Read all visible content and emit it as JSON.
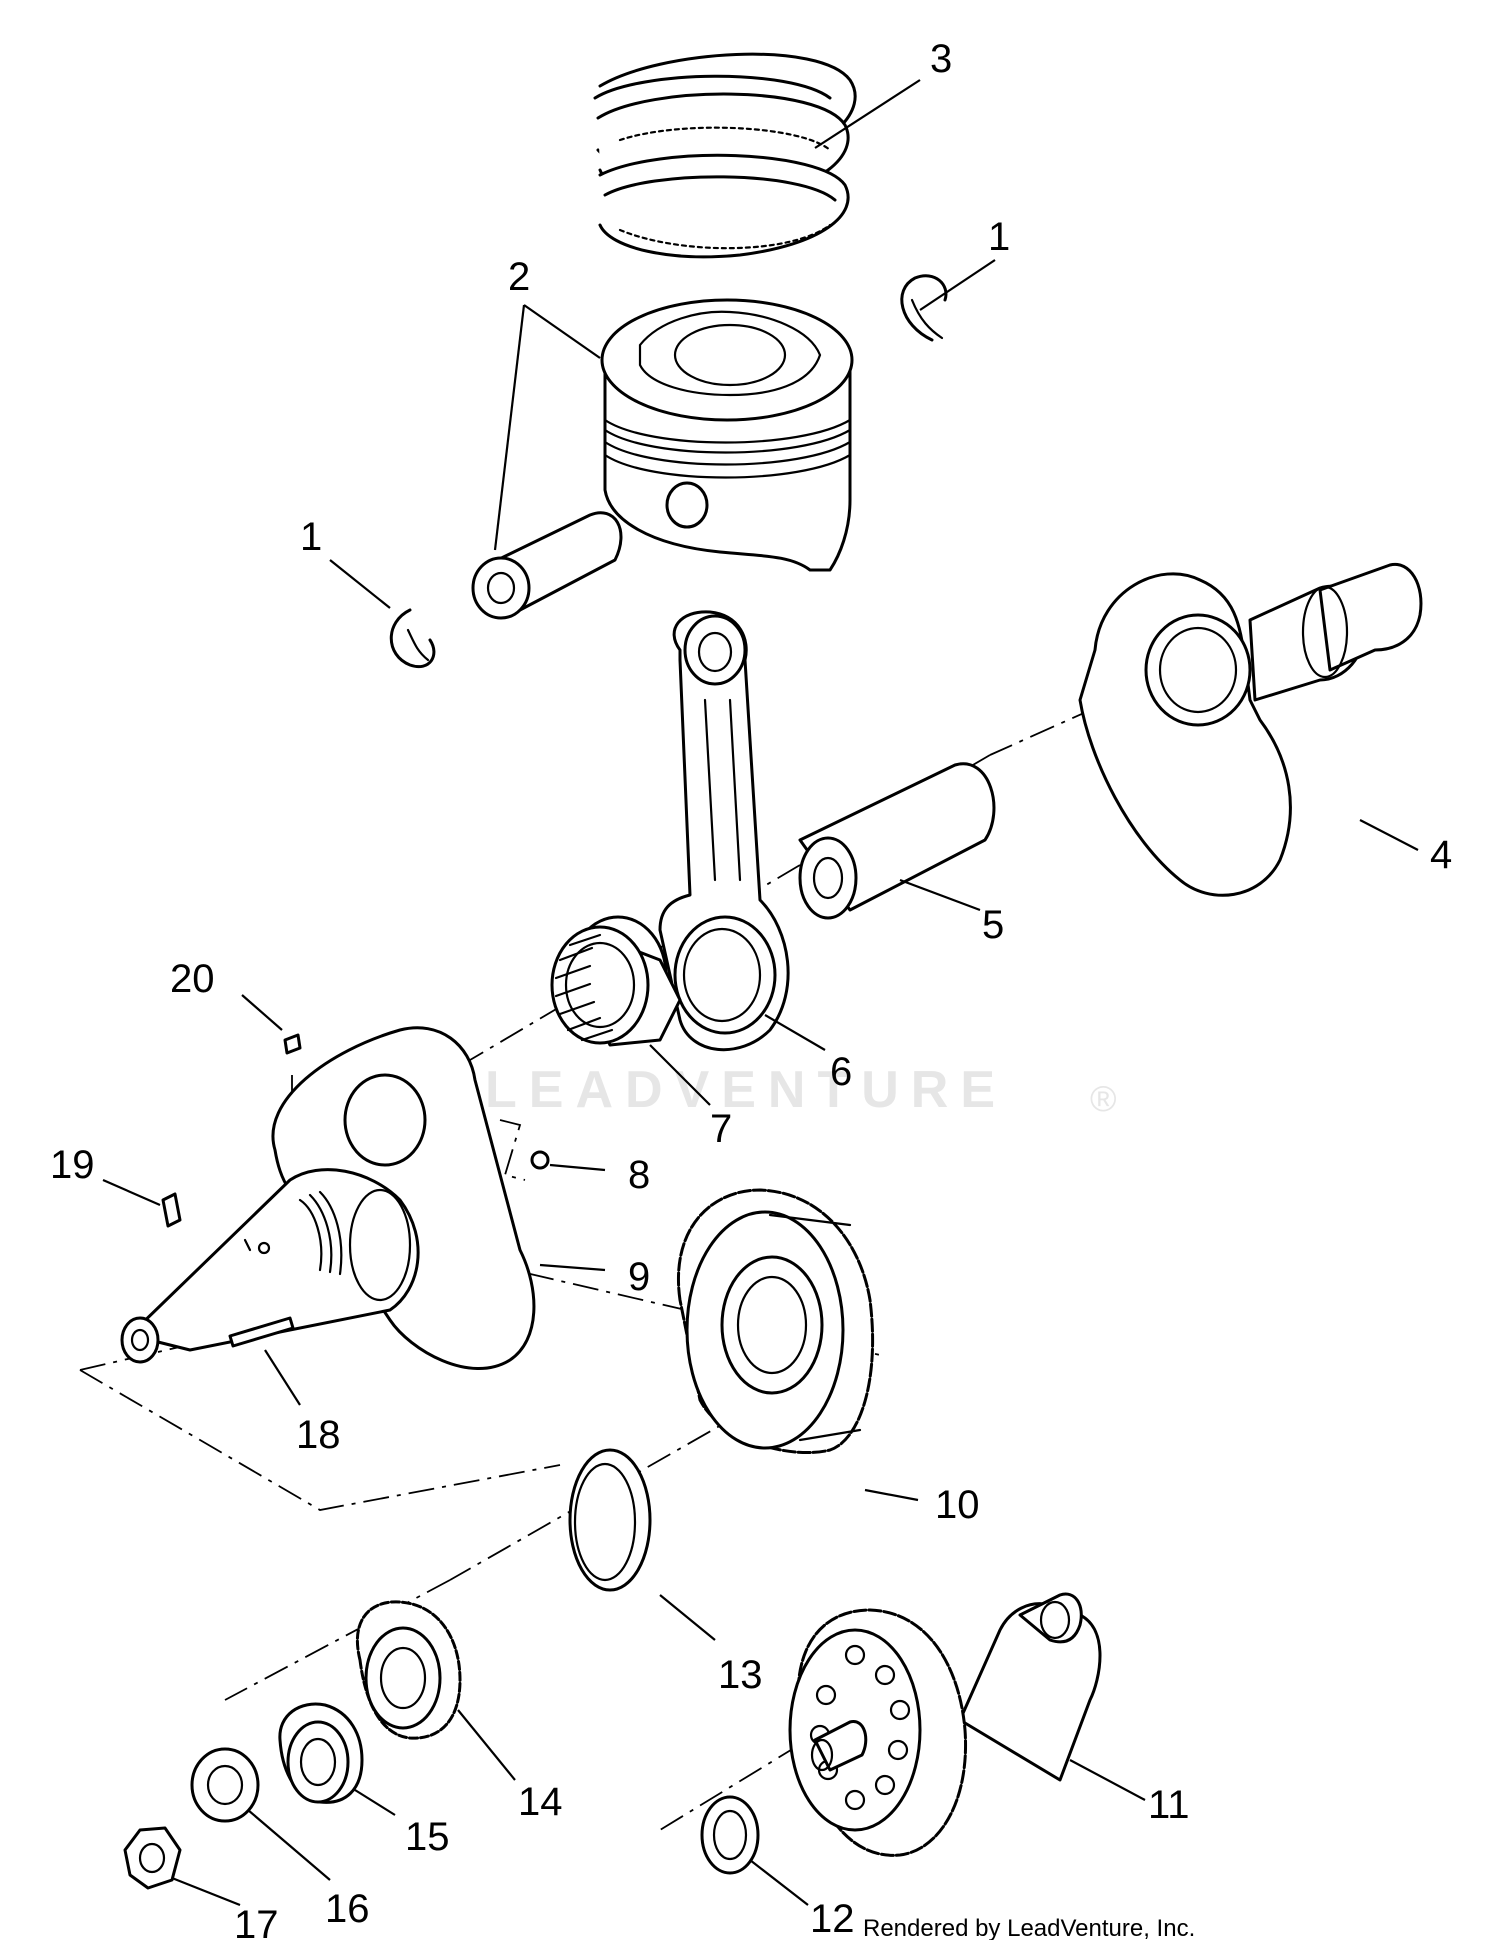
{
  "watermark": "LEADVENTURE",
  "credit": "Rendered by LeadVenture, Inc.",
  "callouts": {
    "c1a": "1",
    "c1b": "1",
    "c2": "2",
    "c3": "3",
    "c4": "4",
    "c5": "5",
    "c6": "6",
    "c7": "7",
    "c8": "8",
    "c9": "9",
    "c10": "10",
    "c11": "11",
    "c12": "12",
    "c13": "13",
    "c14": "14",
    "c15": "15",
    "c16": "16",
    "c17": "17",
    "c18": "18",
    "c19": "19",
    "c20": "20"
  }
}
